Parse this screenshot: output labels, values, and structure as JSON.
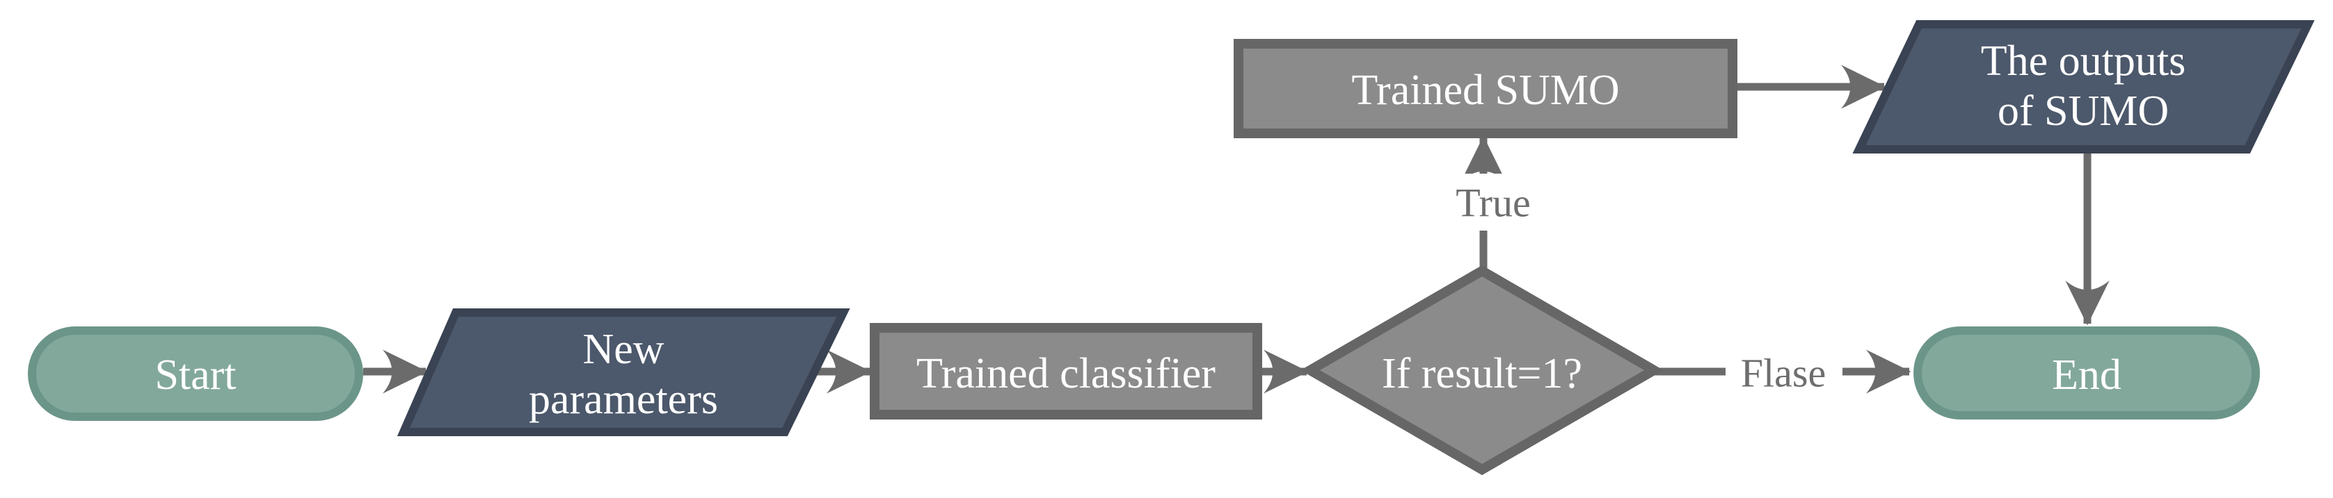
{
  "flowchart": {
    "background_color": "#FFFFFF",
    "colors": {
      "terminator_fill": "#82A89B",
      "terminator_border": "#6C9589",
      "data_fill": "#4C586B",
      "data_border": "#3A4353",
      "process_fill": "#8B8B8B",
      "process_border": "#666666",
      "connector": "#6B6B6B",
      "edge_label_color": "#6E6E6E",
      "node_text_color": "#FFFFFF",
      "label_plate": "#FFFFFF"
    },
    "nodes": {
      "start": {
        "shape": "terminator",
        "label": "Start"
      },
      "new_parameters": {
        "shape": "parallelogram",
        "label": "New parameters",
        "line1": "New",
        "line2": "parameters"
      },
      "trained_classifier": {
        "shape": "process",
        "label": "Trained classifier"
      },
      "decision": {
        "shape": "decision",
        "label": "If result=1?"
      },
      "trained_sumo": {
        "shape": "process",
        "label": "Trained SUMO"
      },
      "outputs_of_sumo": {
        "shape": "parallelogram",
        "label": "The outputs of SUMO",
        "line1": "The outputs",
        "line2": "of SUMO"
      },
      "end": {
        "shape": "terminator",
        "label": "End"
      }
    },
    "edge_labels": {
      "true_branch": "True",
      "false_branch": "Flase"
    },
    "edges": [
      {
        "from": "start",
        "to": "new_parameters",
        "label": ""
      },
      {
        "from": "new_parameters",
        "to": "trained_classifier",
        "label": ""
      },
      {
        "from": "trained_classifier",
        "to": "decision",
        "label": ""
      },
      {
        "from": "decision",
        "to": "trained_sumo",
        "label": "True"
      },
      {
        "from": "trained_sumo",
        "to": "outputs_of_sumo",
        "label": ""
      },
      {
        "from": "outputs_of_sumo",
        "to": "end",
        "label": ""
      },
      {
        "from": "decision",
        "to": "end",
        "label": "Flase"
      }
    ]
  }
}
